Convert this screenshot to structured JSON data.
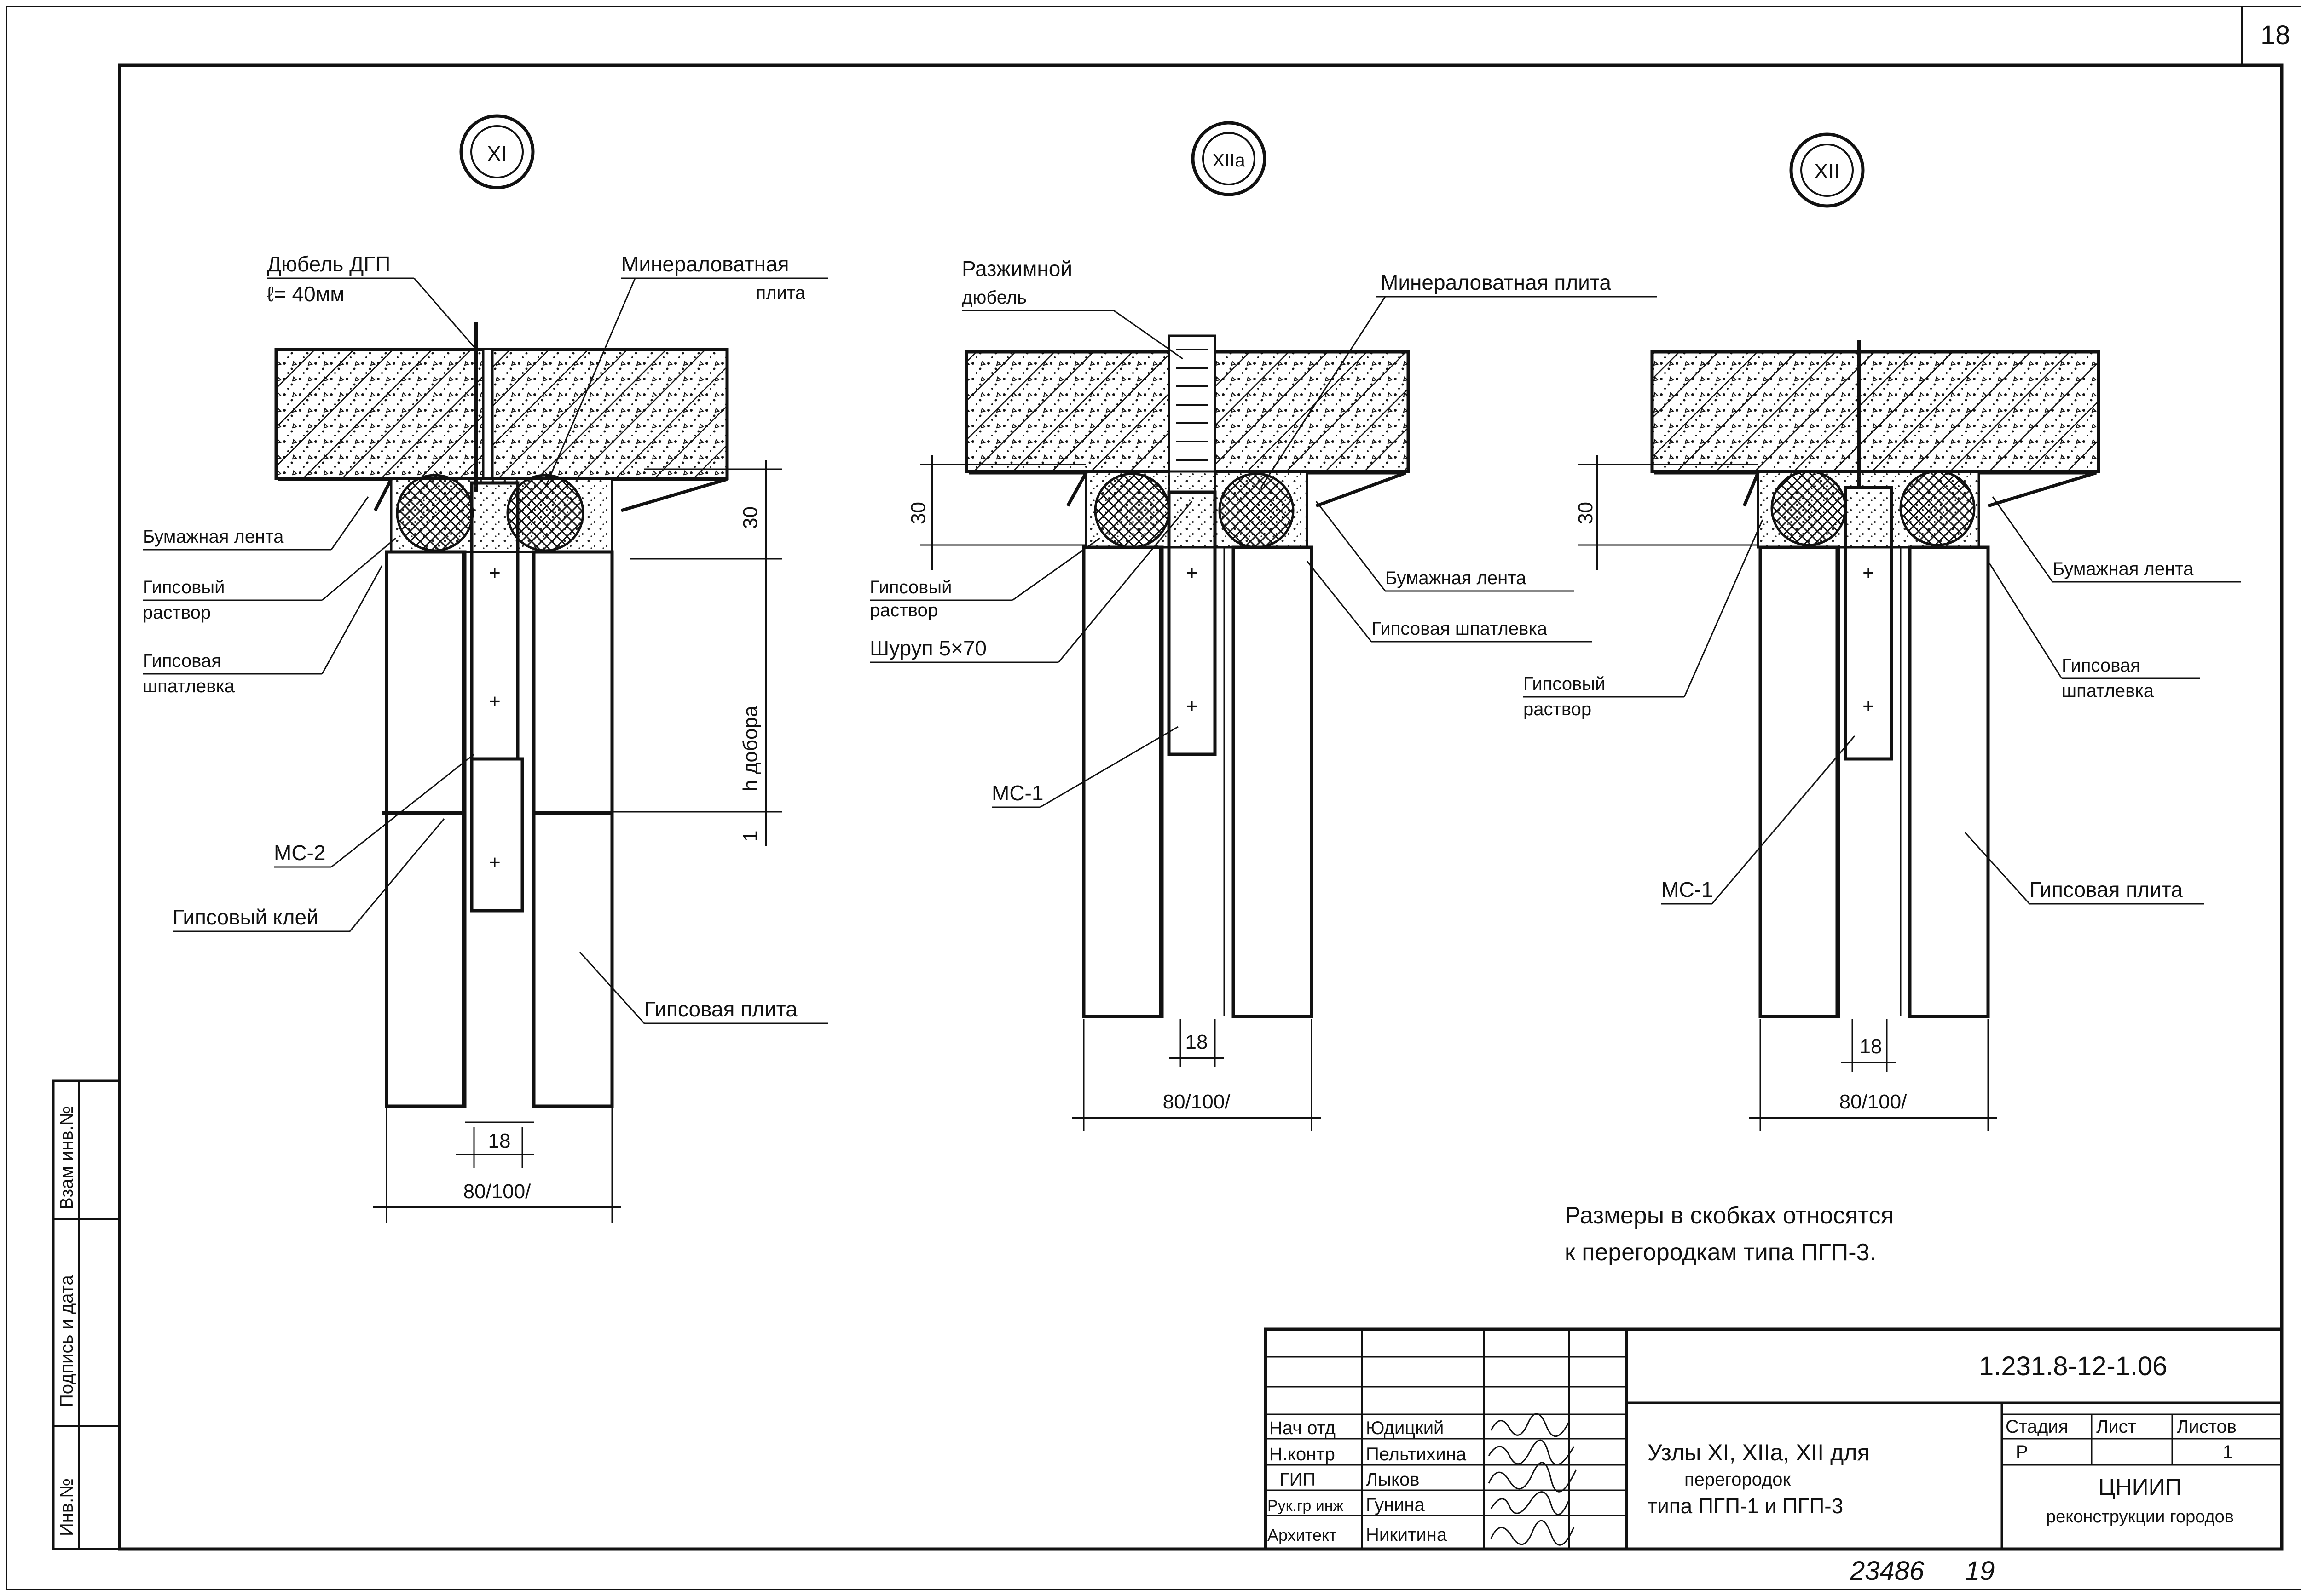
{
  "sheet": {
    "page_number": "18",
    "stamp_number": "23486",
    "stamp_suffix": "19",
    "note_line1": "Размеры в скобках относятся",
    "note_line2": "к перегородкам типа ПГП-3."
  },
  "margin": {
    "inv_no": "Инв.№",
    "sign_date": "Подпись и дата",
    "swap_inv": "Взам инв.№"
  },
  "details": [
    {
      "mark": "XI",
      "labels": {
        "dowel_line1": "Дюбель ДГП",
        "dowel_line2": "ℓ= 40мм",
        "mineral_line1": "Минераловатная",
        "mineral_line2": "плита",
        "paper_tape": "Бумажная лента",
        "mortar_line1": "Гипсовый",
        "mortar_line2": "раствор",
        "putty_line1": "Гипсовая",
        "putty_line2": "шпатлевка",
        "mc": "МС-2",
        "glue": "Гипсовый клей",
        "board": "Гипсовая плита"
      },
      "dims": {
        "top": "30",
        "height": "h добора",
        "bottom": "1",
        "core": "18",
        "total": "80/100/"
      }
    },
    {
      "mark": "XIIа",
      "labels": {
        "dowel_line1": "Разжимной",
        "dowel_line2": "дюбель",
        "mineral": "Минераловатная плита",
        "mortar_line1": "Гипсовый",
        "mortar_line2": "раствор",
        "screw": "Шуруп 5×70",
        "paper_tape": "Бумажная лента",
        "putty": "Гипсовая шпатлевка",
        "mc": "МС-1"
      },
      "dims": {
        "top": "30",
        "core": "18",
        "total": "80/100/"
      }
    },
    {
      "mark": "XII",
      "labels": {
        "paper_tape": "Бумажная лента",
        "putty_line1": "Гипсовая",
        "putty_line2": "шпатлевка",
        "mortar_line1": "Гипсовый",
        "mortar_line2": "раствор",
        "mc": "МС-1",
        "board": "Гипсовая плита"
      },
      "dims": {
        "top": "30",
        "core": "18",
        "total": "80/100/"
      }
    }
  ],
  "title_block": {
    "code": "1.231.8-12-1.06",
    "title_line1": "Узлы XI, XIIа, XII для",
    "title_line2": "перегородок",
    "title_line3": "типа ПГП-1 и ПГП-3",
    "stage_header": "Стадия",
    "sheet_header": "Лист",
    "sheets_header": "Листов",
    "stage_value": "Р",
    "sheets_value": "1",
    "org_line1": "ЦНИИП",
    "org_line2": "реконструкции городов",
    "staff": [
      {
        "role": "Нач отд",
        "name": "Юдицкий"
      },
      {
        "role": "Н.контр",
        "name": "Пельтихина"
      },
      {
        "role": "ГИП",
        "name": "Лыков"
      },
      {
        "role": "Рук.гр инж",
        "name": "Гунина"
      },
      {
        "role": "Архитект",
        "name": "Никитина"
      }
    ]
  }
}
